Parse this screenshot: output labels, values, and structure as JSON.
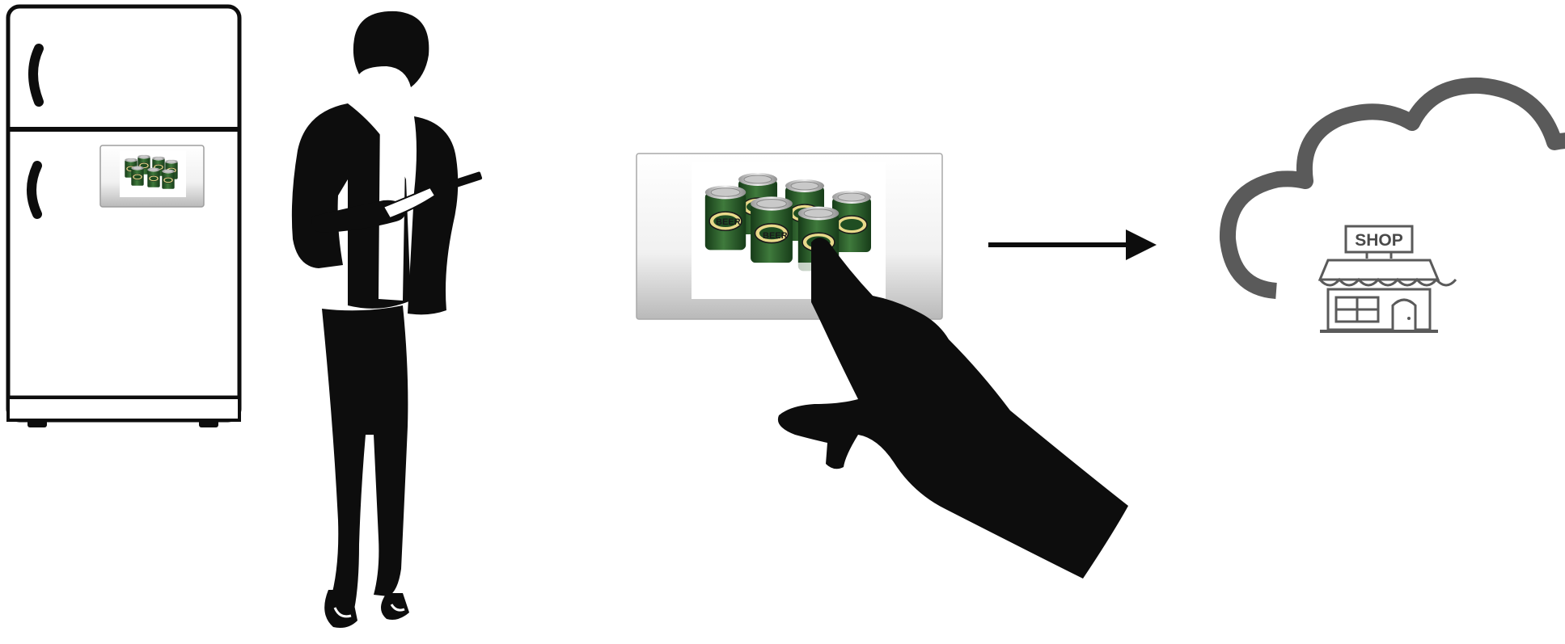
{
  "colors": {
    "ink": "#0d0d0d",
    "cloud": "#5a5a5a",
    "can_green": "#1f4d22",
    "can_green_light": "#3f7a3c",
    "can_label": "#e8d98a",
    "panel_light": "#ffffff",
    "panel_dark": "#bdbdbd"
  },
  "icons": [
    "refrigerator-icon",
    "fridge-magnet-icon",
    "woman-with-phone-silhouette",
    "beer-cans-image",
    "pointing-hand-silhouette",
    "right-arrow-icon",
    "cloud-icon",
    "shop-icon"
  ],
  "magnet": {
    "product": "BEER"
  },
  "shop": {
    "sign": "SHOP"
  }
}
